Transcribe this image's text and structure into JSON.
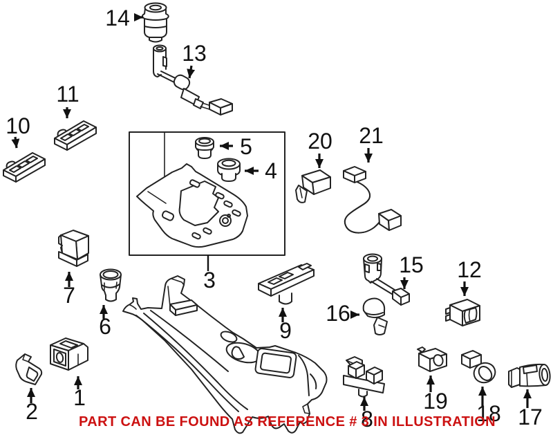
{
  "diagram": {
    "note": "PART CAN BE FOUND AS REFERENCE # 3 IN ILLUSTRATION",
    "colors": {
      "background": "#ffffff",
      "line": "#222222",
      "label": "#111111",
      "note": "#cc1111"
    },
    "callouts": [
      "1",
      "2",
      "3",
      "4",
      "5",
      "6",
      "7",
      "8",
      "9",
      "10",
      "11",
      "12",
      "13",
      "14",
      "15",
      "16",
      "17",
      "18",
      "19",
      "20",
      "21"
    ]
  }
}
